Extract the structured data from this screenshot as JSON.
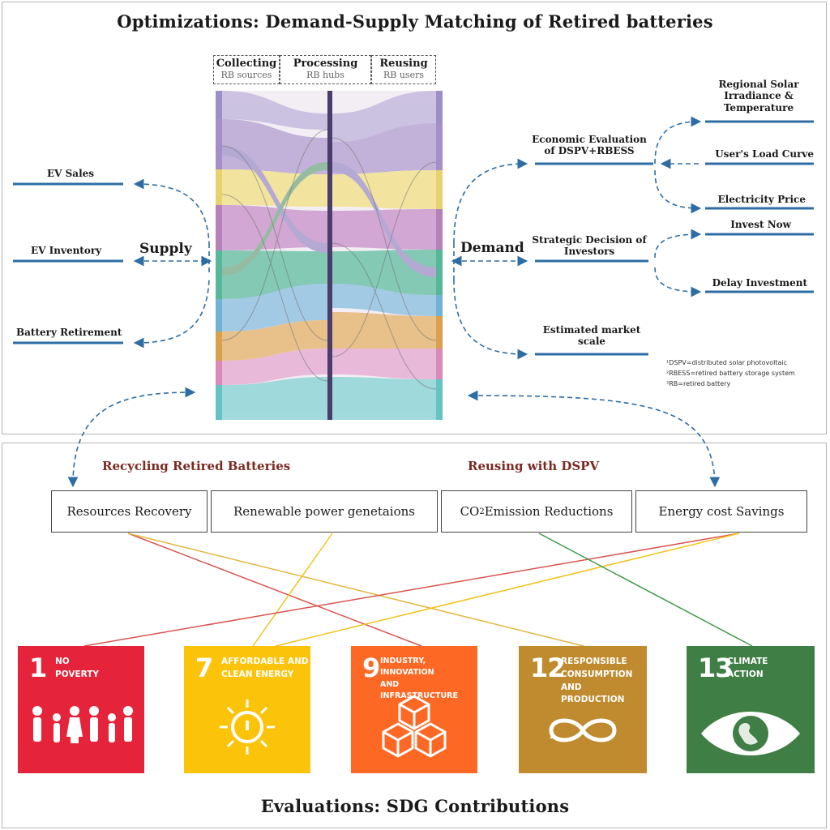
{
  "top_title": "Optimizations: Demand-Supply Matching of Retired batteries",
  "bottom_title": "Evaluations: SDG Contributions",
  "columns": [
    {
      "title": "Collecting",
      "subtitle": "RB sources"
    },
    {
      "title": "Processing",
      "subtitle": "RB hubs"
    },
    {
      "title": "Reusing",
      "subtitle": "RB users"
    }
  ],
  "supply": {
    "label": "Supply",
    "items": [
      "EV Sales",
      "EV Inventory",
      "Battery Retirement"
    ]
  },
  "demand": {
    "label": "Demand",
    "economic": "Economic Evaluation\nof DSPV+RBESS",
    "economic_inputs": [
      "Regional Solar\nIrradiance &\nTemperature",
      "User's Load Curve",
      "Electricity Price"
    ],
    "strategic": "Strategic Decision of\nInvestors",
    "strategic_options": [
      "Invest Now",
      "Delay Investment"
    ],
    "market": "Estimated market\nscale"
  },
  "notes": [
    "¹DSPV=distributed solar photovoltaic",
    "²RBESS=retired battery storage system",
    "³RB=retired battery"
  ],
  "section_heads": [
    "Recycling Retired Batteries",
    "Reusing with DSPV"
  ],
  "benefits": [
    "Resources Recovery",
    "Renewable power genetaions",
    "CO",
    "2",
    " Emission Reductions",
    "Energy cost Savings"
  ],
  "sdgs": [
    {
      "num": "1",
      "text": "NO\nPOVERTY",
      "color": "#e5243b",
      "icon": "family-icon"
    },
    {
      "num": "7",
      "text": "AFFORDABLE AND\nCLEAN ENERGY",
      "color": "#fcc30b",
      "icon": "sun-power-icon"
    },
    {
      "num": "9",
      "text": "INDUSTRY, INNOVATION\nAND INFRASTRUCTURE",
      "color": "#fd6925",
      "icon": "cubes-icon"
    },
    {
      "num": "12",
      "text": "RESPONSIBLE\nCONSUMPTION\nAND PRODUCTION",
      "color": "#bf8b2e",
      "icon": "infinity-icon"
    },
    {
      "num": "13",
      "text": "CLIMATE\nACTION",
      "color": "#3f7e44",
      "icon": "eye-globe-icon"
    }
  ],
  "colors": {
    "arrow_blue": "#2e6da4",
    "line_red": "#d9534f",
    "line_yellow": "#f0c419",
    "line_green": "#3f9a4a",
    "subhead": "#7a2a22"
  }
}
